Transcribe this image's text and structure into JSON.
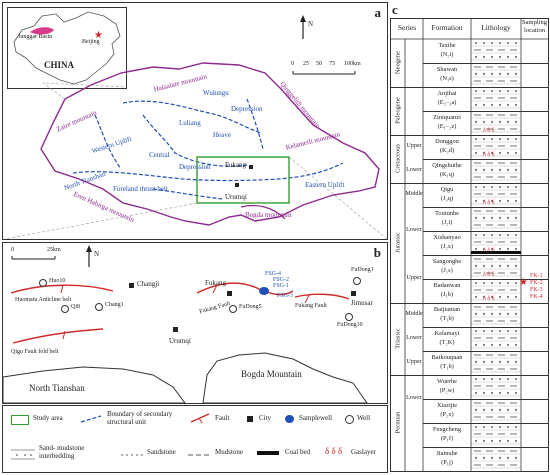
{
  "panel_a": {
    "letter": "a",
    "north": "N",
    "inset": {
      "basin": "Junggar Basin",
      "capital": "Beijing",
      "country": "CHINA"
    },
    "scale": {
      "ticks": [
        "0",
        "25",
        "50",
        "75",
        "100km"
      ]
    },
    "mountains": [
      "Halaalate mountain",
      "Zaire mountain",
      "Qinggelidi mountain",
      "Kelameili mountain",
      "Eren Habirga mountain",
      "Bogda mountain",
      "North Tianshan"
    ],
    "units": [
      "Wulungu",
      "Depression",
      "Luliang",
      "Heave",
      "Western Uplift",
      "Central",
      "Depression",
      "Eastern Uplift",
      "Foreland thrust belt"
    ],
    "cities": [
      "Fukang",
      "Urumqi"
    ]
  },
  "panel_b": {
    "letter": "b",
    "north": "N",
    "scale": {
      "ticks": [
        "0",
        "25km"
      ]
    },
    "wells": [
      "Huo10",
      "FuDong1",
      "Qi8",
      "Chang1",
      "FuDong5",
      "FuDong10"
    ],
    "samplewells": [
      "FSG-4",
      "FSG-2",
      "FSG-1",
      "FSG-3"
    ],
    "cities": [
      "Changji",
      "Fukang",
      "Jimusar",
      "Urumqi"
    ],
    "structures": [
      "Huomatu Anticline belt",
      "Fukang Fault",
      "Fukang Fault",
      "Qigu Fault fold belt"
    ],
    "regions": [
      "Bogda Mountain",
      "North Tianshan"
    ]
  },
  "legend": [
    {
      "icon": "study-area",
      "label": "Study area"
    },
    {
      "icon": "boundary",
      "label": "Boundary of secondary structural unit"
    },
    {
      "icon": "fault",
      "label": "Fault"
    },
    {
      "icon": "city",
      "label": "City"
    },
    {
      "icon": "samplewell",
      "label": "Samplewell"
    },
    {
      "icon": "well",
      "label": "Well"
    },
    {
      "icon": "sand-mud",
      "label": "Sand- mudstone interbedding"
    },
    {
      "icon": "sandstone",
      "label": "Sandstone"
    },
    {
      "icon": "mudstone",
      "label": "Mudstone"
    },
    {
      "icon": "coal",
      "label": "Coal bed"
    },
    {
      "icon": "gas",
      "label": "Gaslayer"
    }
  ],
  "panel_c": {
    "letter": "c",
    "headers": {
      "series": "Series",
      "formation": "Formation",
      "lithology": "Lithology",
      "sampling": "Sampling location"
    },
    "systems": [
      "Neogene",
      "Paleogene",
      "Cretaceous",
      "Jurassic",
      "Triassic",
      "Permian"
    ],
    "series_labels": [
      "Upper",
      "Lower",
      "Middle",
      "Lower",
      "Upper",
      "Middle",
      "Lower",
      "Upper",
      "Lower"
    ],
    "formations": [
      {
        "name": "Taxihe",
        "code": "(N₂t)"
      },
      {
        "name": "Shawan",
        "code": "(N₁s)"
      },
      {
        "name": "Anjihai",
        "code": "(E₂₋₃a)"
      },
      {
        "name": "Ziniquanzi",
        "code": "(E₁₋₂z)"
      },
      {
        "name": "Donggou",
        "code": "(K₂d)"
      },
      {
        "name": "Qingshuihe",
        "code": "(K₁q)"
      },
      {
        "name": "Qigu",
        "code": "(J₃q)"
      },
      {
        "name": "Toutunhe",
        "code": "(J₂t)"
      },
      {
        "name": "Xishanyao",
        "code": "(J₂x)"
      },
      {
        "name": "Sangonghe",
        "code": "(J₁s)"
      },
      {
        "name": "Badanwan",
        "code": "(J₁b)"
      },
      {
        "name": "Baijiantan",
        "code": "(T₃b)"
      },
      {
        "name": "Kelamayi",
        "code": "(T₂K)"
      },
      {
        "name": "Baikouquan",
        "code": "(T₁b)"
      },
      {
        "name": "Wuerhe",
        "code": "(P₂w)"
      },
      {
        "name": "Xiazijie",
        "code": "(P₂x)"
      },
      {
        "name": "Fengcheng",
        "code": "(P₁f)"
      },
      {
        "name": "Jiamuhe",
        "code": "(P₁j)"
      }
    ],
    "samples": [
      "FK-1",
      "FK-2",
      "FK-3",
      "FK-4"
    ]
  },
  "colors": {
    "purple": "#8e2a8e",
    "blue": "#1f4fb5",
    "red": "#d12a2a",
    "green": "#33a02c",
    "pink": "#d83a8a"
  }
}
